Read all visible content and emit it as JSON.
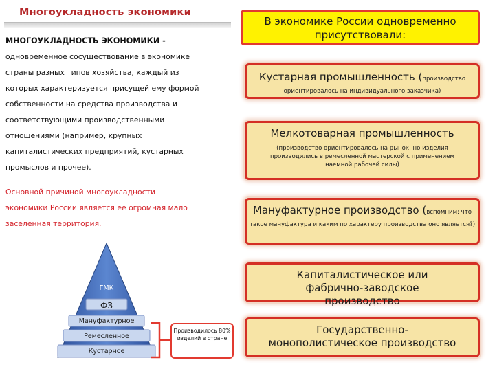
{
  "header": {
    "title": "Многоукладность экономики"
  },
  "definition": {
    "term": "МНОГОУКЛАДНОСТЬ ЭКОНОМИКИ -",
    "text": "одновременное сосуществование в экономике страны разных типов хозяйства, каждый из которых характеризуется присущей ему формой собственности на средства производства и соответствующими производственными отношениями (например, крупных капиталистических предприятий, кустарных промыслов и прочее)."
  },
  "cause": {
    "text": "Основной причиной многоукладности экономики России является её огромная мало заселённая территория."
  },
  "right_column": {
    "intro": "В экономике России одновременно присутствовали:",
    "items": [
      {
        "heading": "Кустарная промышленность (",
        "note": "производство ориентировалось на индивидуального заказчика)"
      },
      {
        "heading": "Мелкотоварная промышленность",
        "note": "(производство ориентировалось на рынок, но изделия производились в ремесленной мастерской с применением наемной рабочей силы)"
      },
      {
        "heading": "Мануфактурное производство (",
        "note": "вспомним: что такое мануфактура и каким по характеру производства оно является?)"
      },
      {
        "heading": "Капиталистическое или фабрично-заводское производство",
        "note": ""
      },
      {
        "heading": "Государственно-монополистическое производство",
        "note": ""
      }
    ]
  },
  "pyramid": {
    "levels": [
      "ГМК",
      "ФЗ",
      "Мануфактурное",
      "Ремесленное",
      "Кустарное"
    ],
    "note": "Производилось 80% изделий в стране"
  },
  "colors": {
    "title_red": "#b5292b",
    "cause_red": "#d4232b",
    "yellow": "#fff200",
    "beige": "#f7e4a6",
    "pyramid_blue": "#3b62b0",
    "border_red": "#e23a30"
  }
}
